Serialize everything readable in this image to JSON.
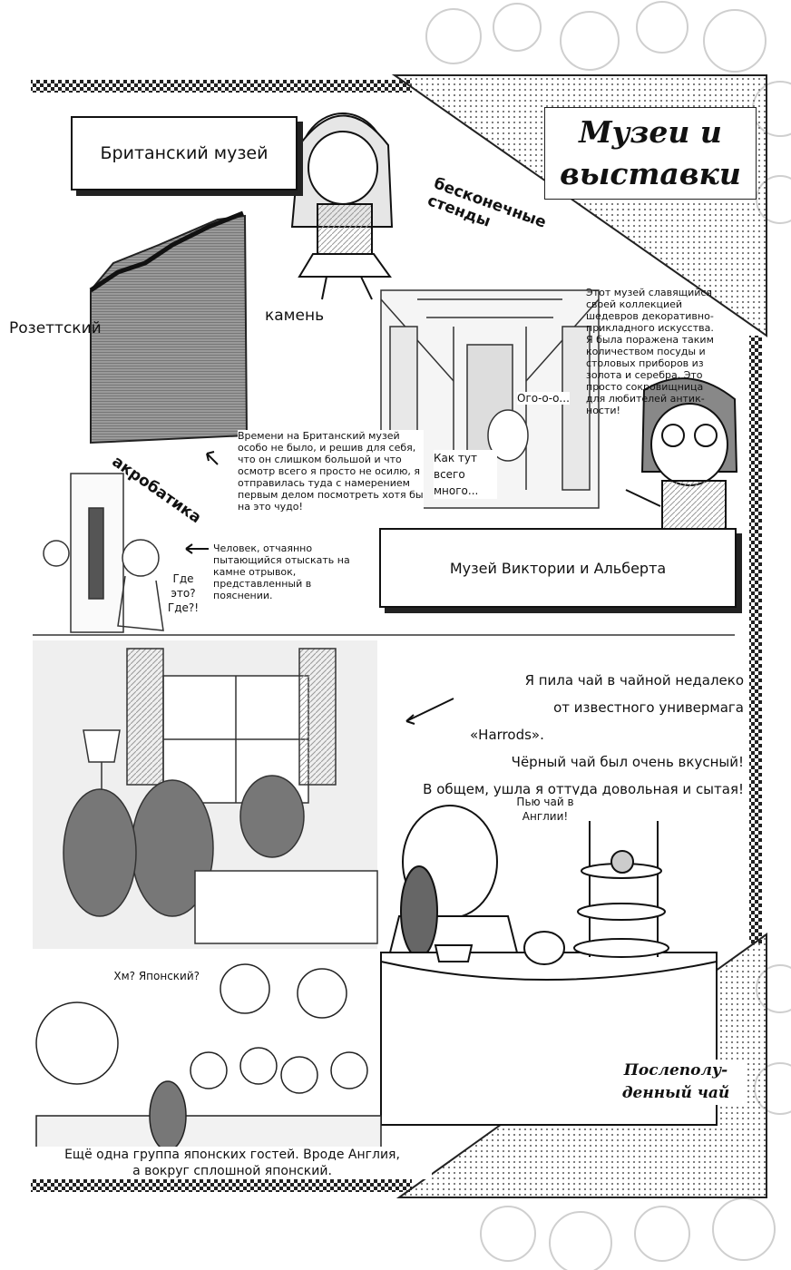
{
  "title": {
    "line1": "Музеи и",
    "line2": "выставки"
  },
  "labels": {
    "british_museum": "Британский музей",
    "rosetta_left": "Розеттский",
    "rosetta_right": "камень",
    "endless_stands": "бесконечные стенды",
    "acrobatics": "акробатика",
    "victoria_albert": "Музей Виктории и Альберта",
    "afternoon_tea": "Послеполу-денный чай"
  },
  "notes": {
    "va_description": "Этот музей славящийся своей коллекцией шедевров декоративно-прикладного искусства. Я была поражена таким количеством посуды и столовых приборов из золота и серебра. Это просто сокровищница для любителей антик-ности!",
    "british_time": "Времени на Британский музей особо не было, и решив для себя, что он слишком большой и что осмотр всего я просто не осилю, я отправилась туда с намерением первым делом посмотреть хотя бы на это чудо!",
    "person_search": "Человек, отчаянно пытающийся отыскать на камне отрывок, представленный в пояснении."
  },
  "bubbles": {
    "oh": "Ого-о-о...",
    "so_much": "Как тут всего много...",
    "where": "Где это? Где?!",
    "drinking_tea": "Пью чай в Англии!",
    "hm_japanese": "Хм? Японский?"
  },
  "tea": {
    "line1": "Я пила чай в чайной недалеко",
    "line2": "от известного универмага",
    "line3": "«Harrods».",
    "line4": "Чёрный чай был очень вкусный!",
    "line5": "В общем, ушла я оттуда довольная и сытая!"
  },
  "captions": {
    "group_line1": "Ещё одна группа японских гостей. Вроде Англия,",
    "group_line2": "а вокруг сплошной японский."
  }
}
